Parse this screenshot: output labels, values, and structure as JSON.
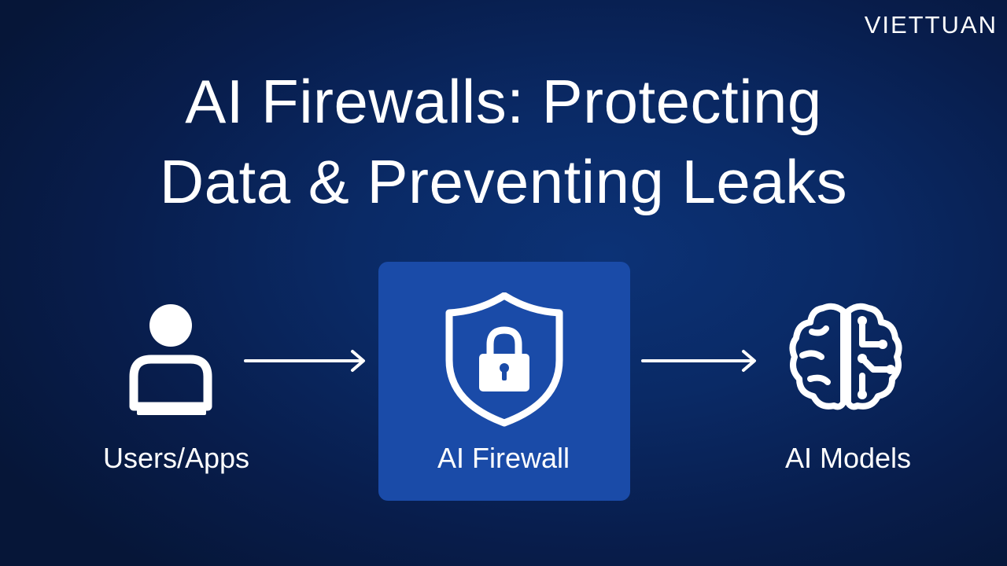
{
  "brand": {
    "logo_text": "VIETTUAN"
  },
  "title": {
    "line1": "AI Firewalls: Protecting",
    "line2": "Data & Preventing Leaks"
  },
  "flow": {
    "source": {
      "label": "Users/Apps",
      "icon": "user-laptop-icon"
    },
    "middle": {
      "label": "AI Firewall",
      "icon": "shield-lock-icon"
    },
    "target": {
      "label": "AI Models",
      "icon": "brain-circuit-icon"
    }
  },
  "colors": {
    "background": "#0a2a66",
    "firewall_box": "#1a4ba8",
    "foreground": "#ffffff"
  }
}
